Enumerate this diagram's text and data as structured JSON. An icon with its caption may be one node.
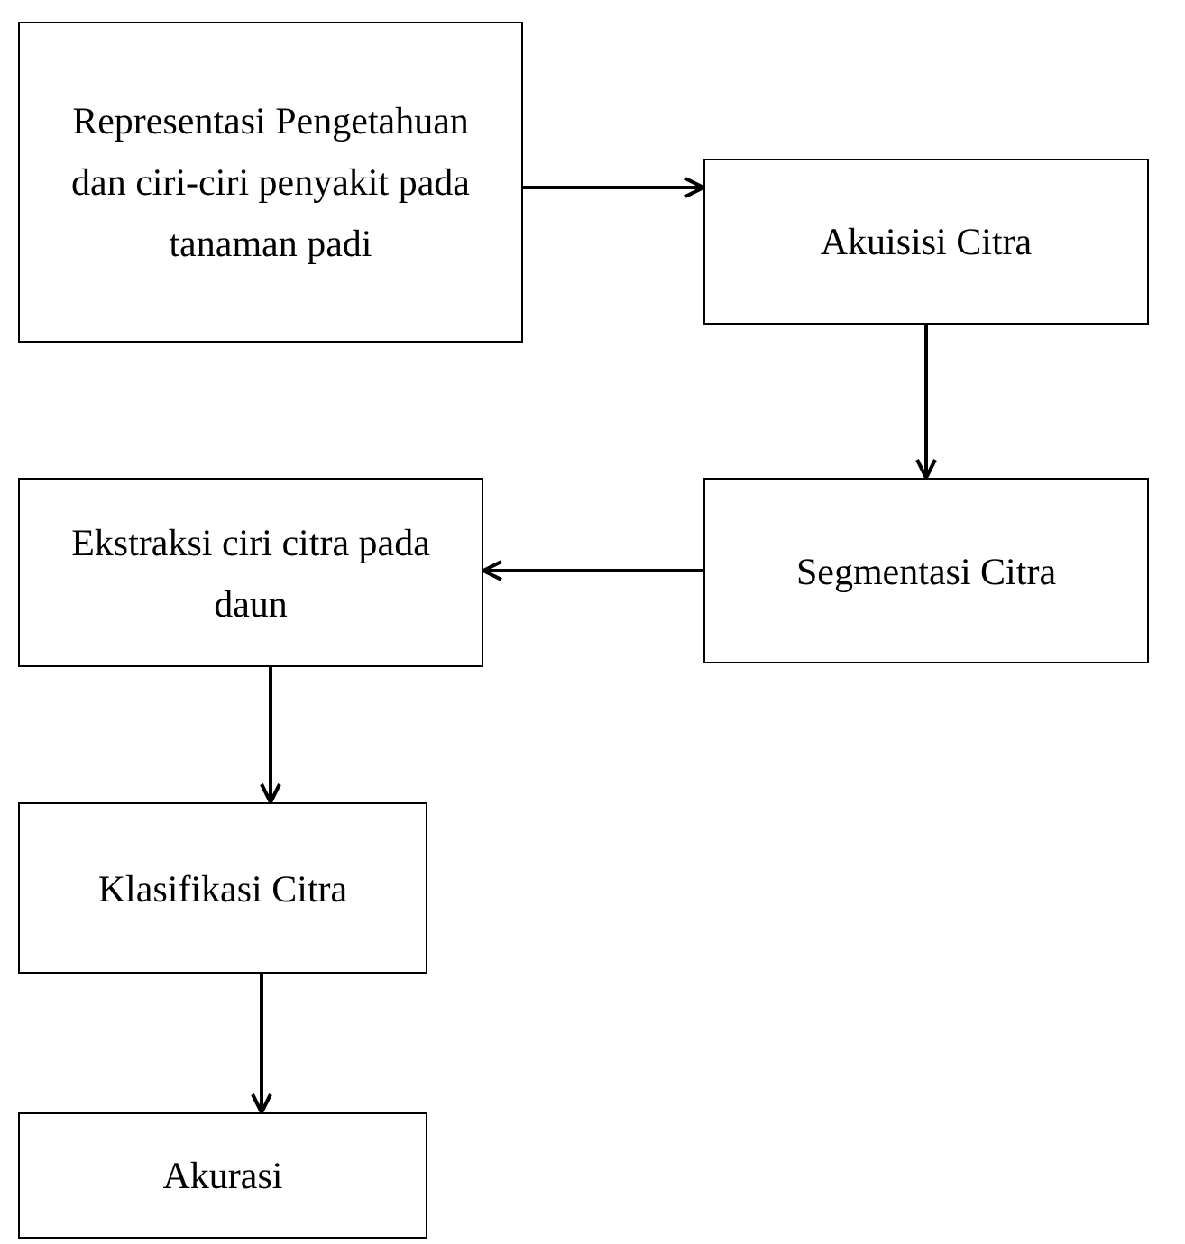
{
  "diagram": {
    "nodes": [
      {
        "text": [
          "Representasi Pengetahuan dan ciri-ciri penyakit pada tanaman padi"
        ]
      },
      {
        "text": [
          "Akuisisi Citra"
        ]
      },
      {
        "text": [
          "Segmentasi Citra"
        ]
      },
      {
        "text": [
          "Ekstraksi ciri citra pada daun"
        ]
      },
      {
        "text": [
          "Klasifikasi Citra"
        ]
      },
      {
        "text": [
          "Akurasi"
        ]
      }
    ],
    "edges": [
      {
        "from": 0,
        "to": 1,
        "arrow": "to"
      },
      {
        "from": 1,
        "to": 2,
        "arrow": "to"
      },
      {
        "from": 2,
        "to": 3,
        "arrow": "to"
      },
      {
        "from": 3,
        "to": 4,
        "arrow": "to"
      },
      {
        "from": 4,
        "to": 5,
        "arrow": "to"
      }
    ]
  }
}
